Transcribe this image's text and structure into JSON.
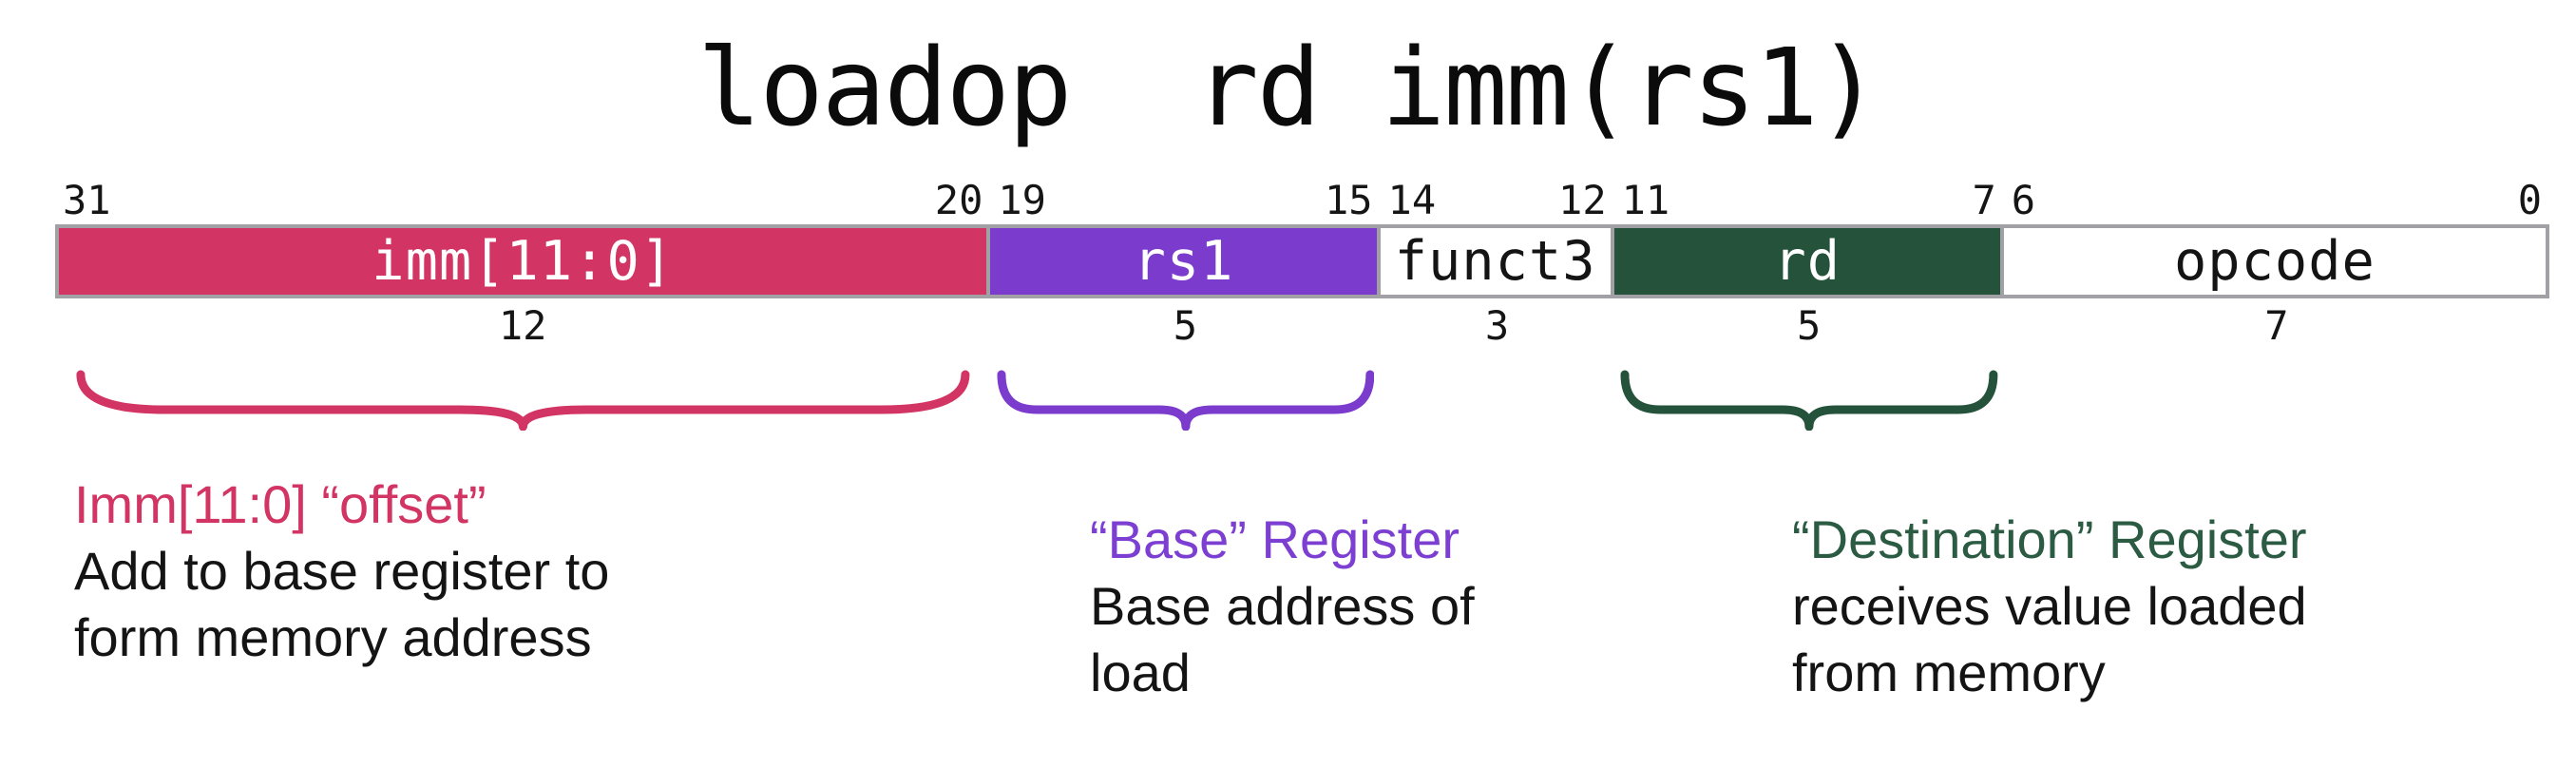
{
  "title": "loadop  rd imm(rs1)",
  "colors": {
    "imm": "#d23463",
    "rs1": "#7b3bcc",
    "rd": "#24523b",
    "white_field": "#ffffff",
    "border_gray": "#a1a1a5",
    "field_text_light": "#ffffff",
    "field_text_dark": "#141414",
    "body_text": "#141414"
  },
  "fields": [
    {
      "label": "imm[11:0]",
      "bit_hi": "31",
      "bit_lo": "20",
      "width_label": "12",
      "fill": "#d23463",
      "text": "#ffffff"
    },
    {
      "label": "rs1",
      "bit_hi": "19",
      "bit_lo": "15",
      "width_label": "5",
      "fill": "#7b3bcc",
      "text": "#ffffff"
    },
    {
      "label": "funct3",
      "bit_hi": "14",
      "bit_lo": "12",
      "width_label": "3",
      "fill": "#ffffff",
      "text": "#141414"
    },
    {
      "label": "rd",
      "bit_hi": "11",
      "bit_lo": "7",
      "width_label": "5",
      "fill": "#24523b",
      "text": "#ffffff"
    },
    {
      "label": "opcode",
      "bit_hi": "6",
      "bit_lo": "0",
      "width_label": "7",
      "fill": "#ffffff",
      "text": "#141414"
    }
  ],
  "annotations": [
    {
      "heading": "Imm[11:0] “offset”",
      "body": "Add to base register to\nform memory address",
      "color": "#d23463"
    },
    {
      "heading": "“Base” Register",
      "body": "Base address of\nload",
      "color": "#7c3fd2"
    },
    {
      "heading": "“Destination” Register",
      "body": "receives value loaded\nfrom memory",
      "color": "#2b5b43"
    }
  ]
}
